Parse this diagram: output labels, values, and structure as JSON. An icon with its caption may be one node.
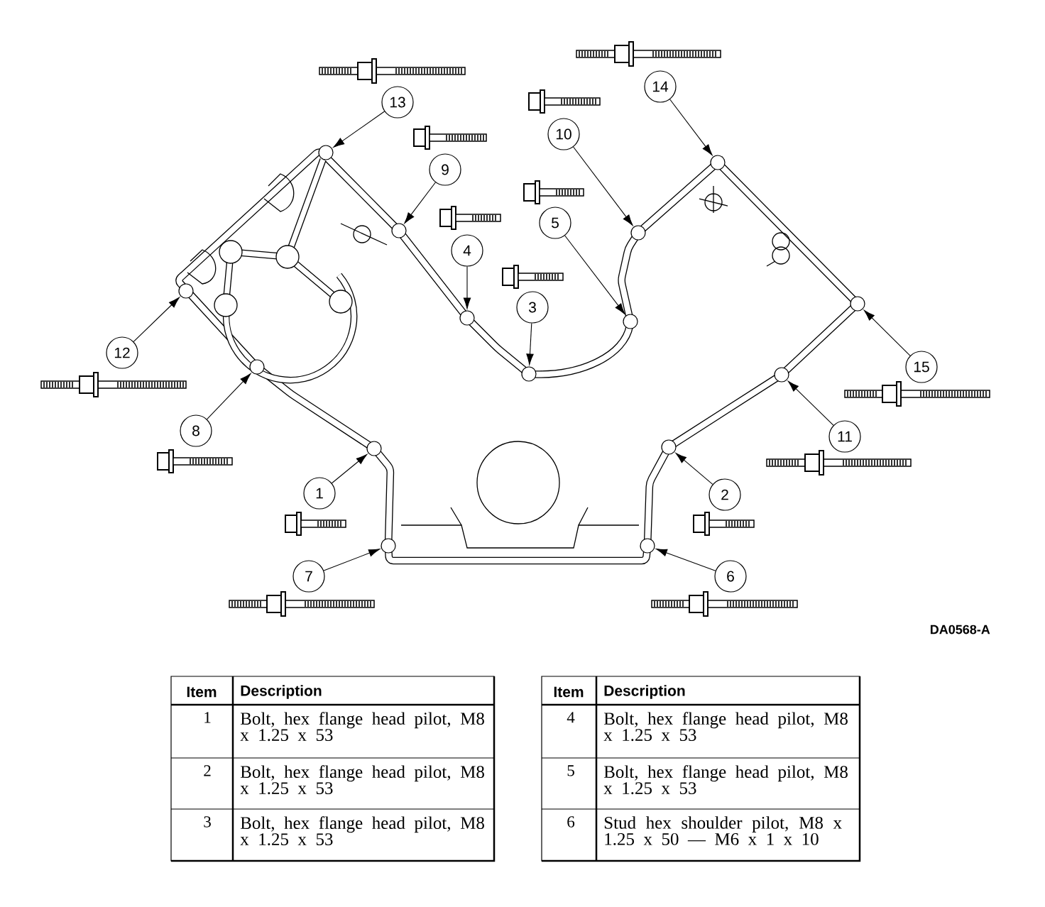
{
  "diagram": {
    "nodes": [
      {
        "text": [
          "1"
        ]
      },
      {
        "text": [
          "2"
        ]
      },
      {
        "text": [
          "3"
        ]
      },
      {
        "text": [
          "4"
        ]
      },
      {
        "text": [
          "5"
        ]
      },
      {
        "text": [
          "6"
        ]
      },
      {
        "text": [
          "7"
        ]
      },
      {
        "text": [
          "8"
        ]
      },
      {
        "text": [
          "9"
        ]
      },
      {
        "text": [
          "10"
        ]
      },
      {
        "text": [
          "11"
        ]
      },
      {
        "text": [
          "12"
        ]
      },
      {
        "text": [
          "13"
        ]
      },
      {
        "text": [
          "14"
        ]
      },
      {
        "text": [
          "15"
        ]
      },
      {
        "text": [],
        "shape": "circle"
      },
      {
        "text": [],
        "shape": "circle"
      },
      {
        "text": [],
        "shape": "circle"
      },
      {
        "text": [],
        "shape": "circle"
      },
      {
        "text": [],
        "shape": "circle"
      },
      {
        "text": [],
        "shape": "circle"
      },
      {
        "text": [],
        "shape": "circle"
      },
      {
        "text": [],
        "shape": "circle"
      },
      {
        "text": [],
        "shape": "circle"
      },
      {
        "text": [],
        "shape": "circle"
      },
      {
        "text": [],
        "shape": "circle"
      },
      {
        "text": [],
        "shape": "circle"
      },
      {
        "text": [],
        "shape": "circle"
      },
      {
        "text": [],
        "shape": "circle"
      },
      {
        "text": [],
        "shape": "circle"
      }
    ],
    "edges": [
      {
        "from": 0,
        "to": 15,
        "arrow": "to"
      },
      {
        "from": 1,
        "to": 16,
        "arrow": "to"
      },
      {
        "from": 2,
        "to": 17,
        "arrow": "to"
      },
      {
        "from": 3,
        "to": 18,
        "arrow": "to"
      },
      {
        "from": 4,
        "to": 19,
        "arrow": "to"
      },
      {
        "from": 5,
        "to": 20,
        "arrow": "to"
      },
      {
        "from": 6,
        "to": 21,
        "arrow": "to"
      },
      {
        "from": 7,
        "to": 22,
        "arrow": "to"
      },
      {
        "from": 8,
        "to": 23,
        "arrow": "to"
      },
      {
        "from": 9,
        "to": 24,
        "arrow": "to"
      },
      {
        "from": 10,
        "to": 25,
        "arrow": "to"
      },
      {
        "from": 11,
        "to": 26,
        "arrow": "to"
      },
      {
        "from": 12,
        "to": 27,
        "arrow": "to"
      },
      {
        "from": 13,
        "to": 28,
        "arrow": "to"
      },
      {
        "from": 14,
        "to": 29,
        "arrow": "to"
      }
    ],
    "labels": [
      "DA0568-A",
      "Item",
      "Description",
      "1",
      "Bolt, hex flange head pilot, M8 x 1.25 x 53",
      "2",
      "Bolt, hex flange head pilot, M8 x 1.25 x 53",
      "3",
      "Bolt, hex flange head pilot, M8 x 1.25 x 53",
      "Item",
      "Description",
      "4",
      "Bolt, hex flange head pilot, M8 x 1.25 x 53",
      "5",
      "Bolt, hex flange head pilot, M8 x 1.25 x 53",
      "6",
      "Stud hex shoulder pilot, M8 x 1.25 x 50 — M6 x 1 x 10"
    ]
  }
}
